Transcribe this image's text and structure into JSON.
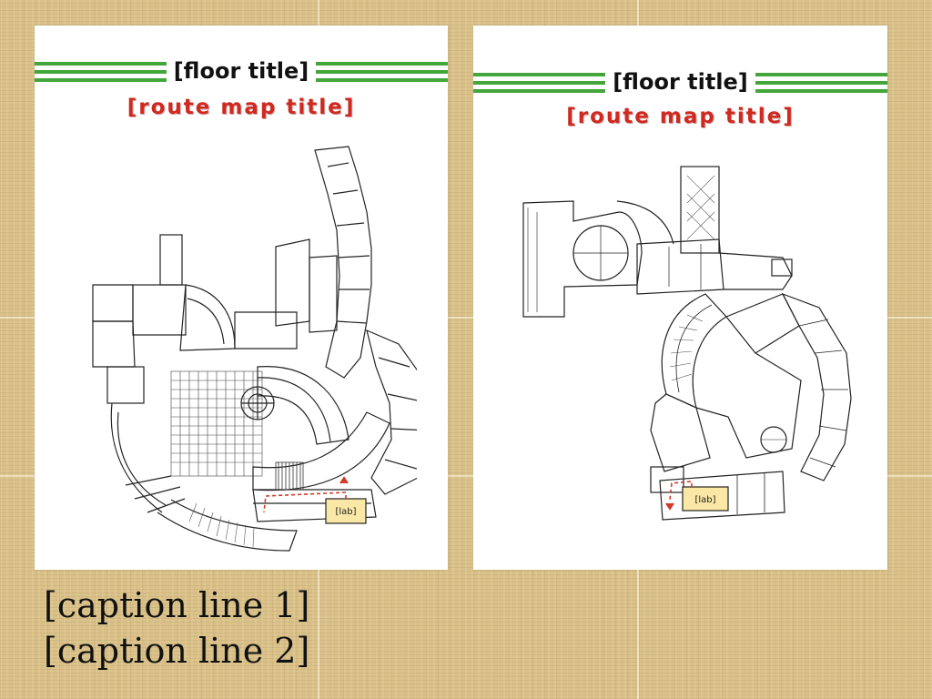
{
  "slide": {
    "caption_line1": "[caption line 1]",
    "caption_line2": "[caption line 2]"
  },
  "left_panel": {
    "floor_title": "[floor title]",
    "route_title": "[route map title]",
    "lab_label": "[lab]"
  },
  "right_panel": {
    "floor_title": "[floor title]",
    "route_title": "[route map title]",
    "lab_label": "[lab]"
  },
  "colors": {
    "band_green": "#43a63a",
    "route_title_red": "#d0291f",
    "lab_highlight": "#fbe8a6",
    "route_line": "#d23a2a",
    "background": "#d9c189"
  }
}
